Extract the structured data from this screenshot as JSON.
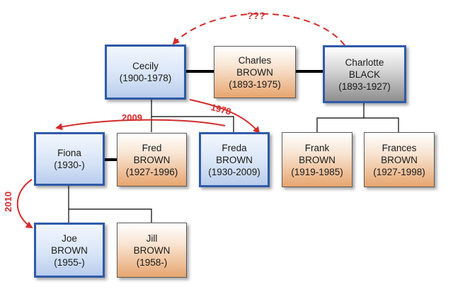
{
  "people": {
    "cecily": {
      "line1": "Cecily",
      "line2": "",
      "dates": "(1900-1978)"
    },
    "charles": {
      "line1": "Charles",
      "line2": "BROWN",
      "dates": "(1893-1975)"
    },
    "charlotte": {
      "line1": "Charlotte",
      "line2": "BLACK",
      "dates": "(1893-1927)"
    },
    "fiona": {
      "line1": "Fiona",
      "line2": "",
      "dates": "(1930-)"
    },
    "fred": {
      "line1": "Fred",
      "line2": "BROWN",
      "dates": "(1927-1996)"
    },
    "freda": {
      "line1": "Freda",
      "line2": "BROWN",
      "dates": "(1930-2009)"
    },
    "frank": {
      "line1": "Frank",
      "line2": "BROWN",
      "dates": "(1919-1985)"
    },
    "frances": {
      "line1": "Frances",
      "line2": "BROWN",
      "dates": "(1927-1998)"
    },
    "joe": {
      "line1": "Joe",
      "line2": "BROWN",
      "dates": "(1955-)"
    },
    "jill": {
      "line1": "Jill",
      "line2": "BROWN",
      "dates": "(1958-)"
    }
  },
  "annotations": {
    "unknown": "???",
    "year_1978": "1978",
    "year_2009": "2009",
    "year_2010": "2010"
  },
  "colors": {
    "annotation": "#d22b2b",
    "highlight_border": "#2f5aa8",
    "line": "#000000"
  }
}
